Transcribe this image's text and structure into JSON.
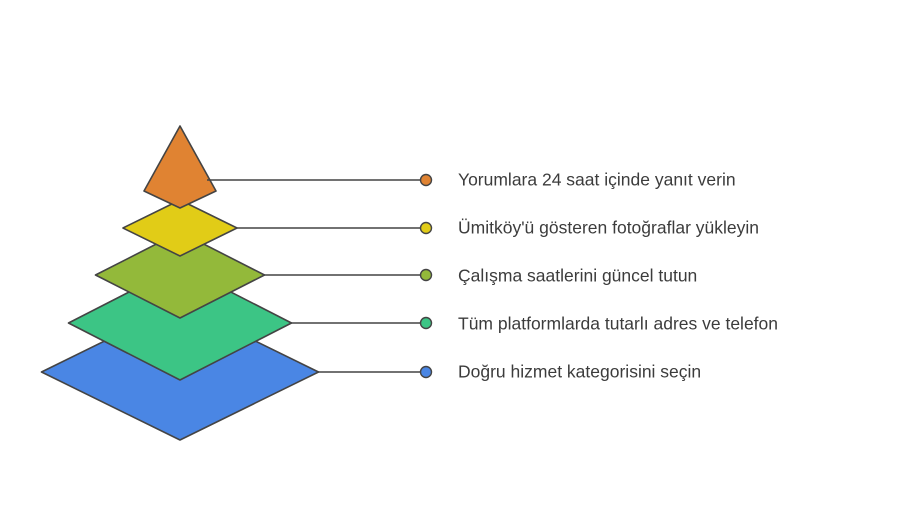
{
  "levels": [
    {
      "label": "Yorumlara 24 saat içinde yanıt verin",
      "color": "#e08332"
    },
    {
      "label": "Ümitköy'ü gösteren fotoğraflar yükleyin",
      "color": "#e1cc17"
    },
    {
      "label": "Çalışma saatlerini güncel tutun",
      "color": "#93b93a"
    },
    {
      "label": "Tüm platformlarda tutarlı adres ve telefon",
      "color": "#3cc585"
    },
    {
      "label": "Doğru hizmet kategorisini seçin",
      "color": "#4a86e4"
    }
  ]
}
